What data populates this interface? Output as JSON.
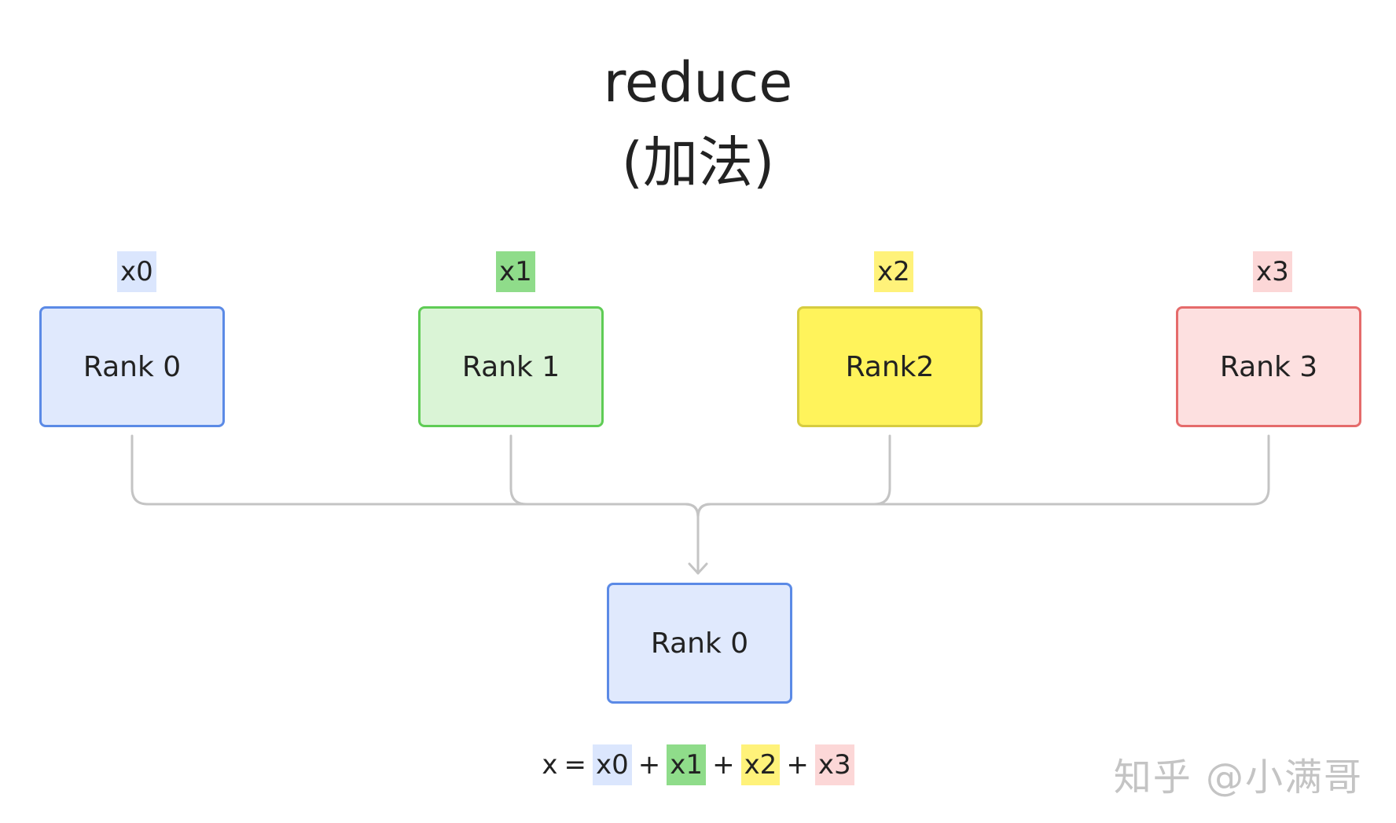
{
  "title": {
    "line1": "reduce",
    "line2": "(加法)"
  },
  "tags": [
    {
      "label": "x0",
      "color": "#dbe6fd"
    },
    {
      "label": "x1",
      "color": "#8fdc8a"
    },
    {
      "label": "x2",
      "color": "#fff27a"
    },
    {
      "label": "x3",
      "color": "#fcd7d7"
    }
  ],
  "source_nodes": [
    {
      "label": "Rank 0",
      "fill": "#e0e9fd",
      "border": "#5b8ae6"
    },
    {
      "label": "Rank 1",
      "fill": "#daf4d6",
      "border": "#5fcc55"
    },
    {
      "label": "Rank2",
      "fill": "#fff35b",
      "border": "#d6cc40"
    },
    {
      "label": "Rank 3",
      "fill": "#fde0e0",
      "border": "#e56b6b"
    }
  ],
  "target_node": {
    "label": "Rank 0",
    "fill": "#e0e9fd",
    "border": "#5b8ae6"
  },
  "formula": {
    "lhs": "x",
    "eq": "=",
    "terms": [
      "x0",
      "x1",
      "x2",
      "x3"
    ],
    "plus": "+"
  },
  "connector_color": "#c4c4c4",
  "watermark": "知乎 @小满哥"
}
